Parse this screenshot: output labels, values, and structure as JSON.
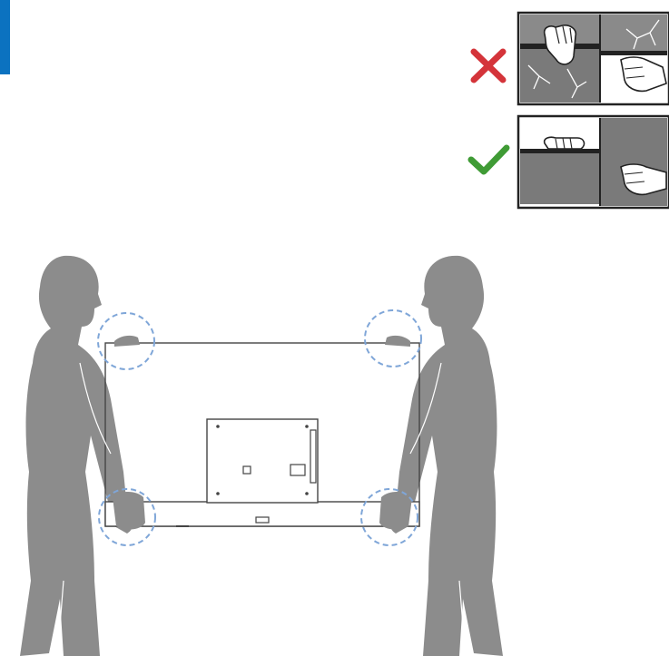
{
  "colors": {
    "accent_tab": "#0b72c0",
    "silhouette": "#8c8c8c",
    "panel_dark": "#7a7a7a",
    "panel_border": "#222222",
    "wrong_mark": "#d4343a",
    "right_mark": "#3f9b35",
    "highlight_circle": "#7fa6d8",
    "tv_outline": "#444444"
  },
  "icons": {
    "wrong": "cross-icon",
    "right": "check-icon",
    "highlight": "dashed-circle-icon"
  },
  "panels": [
    {
      "name": "incorrect-handling",
      "status": "wrong"
    },
    {
      "name": "correct-handling",
      "status": "right"
    }
  ]
}
